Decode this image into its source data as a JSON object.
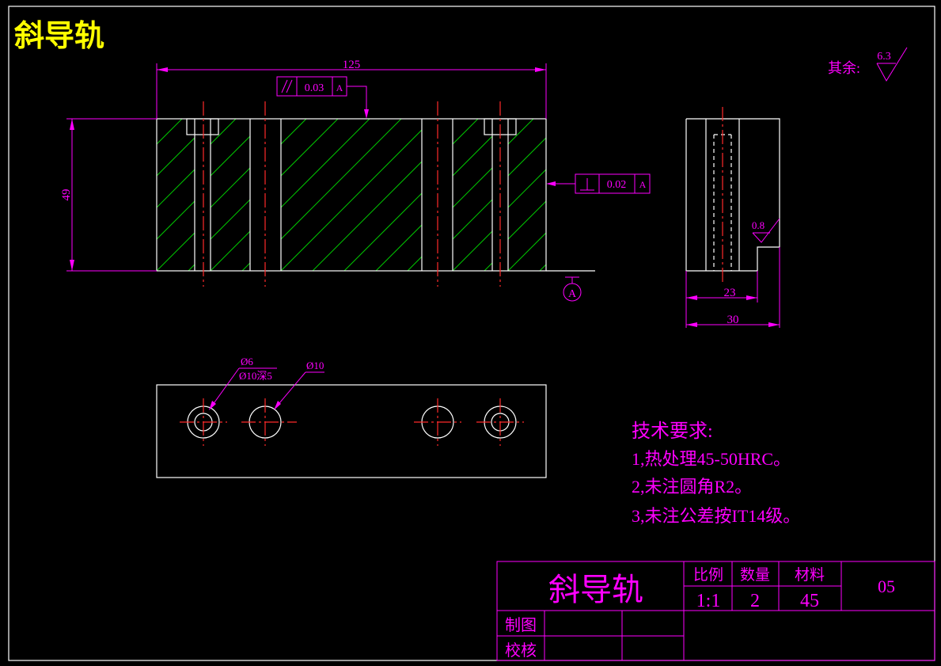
{
  "drawing_title": "斜导轨",
  "dims": {
    "length": "125",
    "height": "49",
    "side_inner": "23",
    "side_width": "30",
    "parallel_tol": "0.03",
    "perp_tol": "0.02",
    "datum": "A",
    "datum_mark": "A",
    "roughness_local": "0.8",
    "roughness_default": "6.3",
    "roughness_label": "其余:",
    "hole_counterbore_line1": "Ø6",
    "hole_counterbore_line2": "Ø10深5",
    "hole_thru": "Ø10"
  },
  "tech": {
    "heading": "技术要求:",
    "items": [
      "1,热处理45-50HRC。",
      "2,未注圆角R2。",
      "3,未注公差按IT14级。"
    ]
  },
  "title_block": {
    "part_name": "斜导轨",
    "scale_label": "比例",
    "qty_label": "数量",
    "material_label": "材料",
    "scale_value": "1:1",
    "qty_value": "2",
    "material_value": "45",
    "drawing_no": "05",
    "drawn_by_label": "制图",
    "checked_by_label": "校核"
  },
  "colors": {
    "background": "#000000",
    "outline": "#ffffff",
    "dimension": "#ff00ff",
    "hatch": "#00c800",
    "centerline": "#ff2a2a",
    "title": "#ffff00"
  }
}
